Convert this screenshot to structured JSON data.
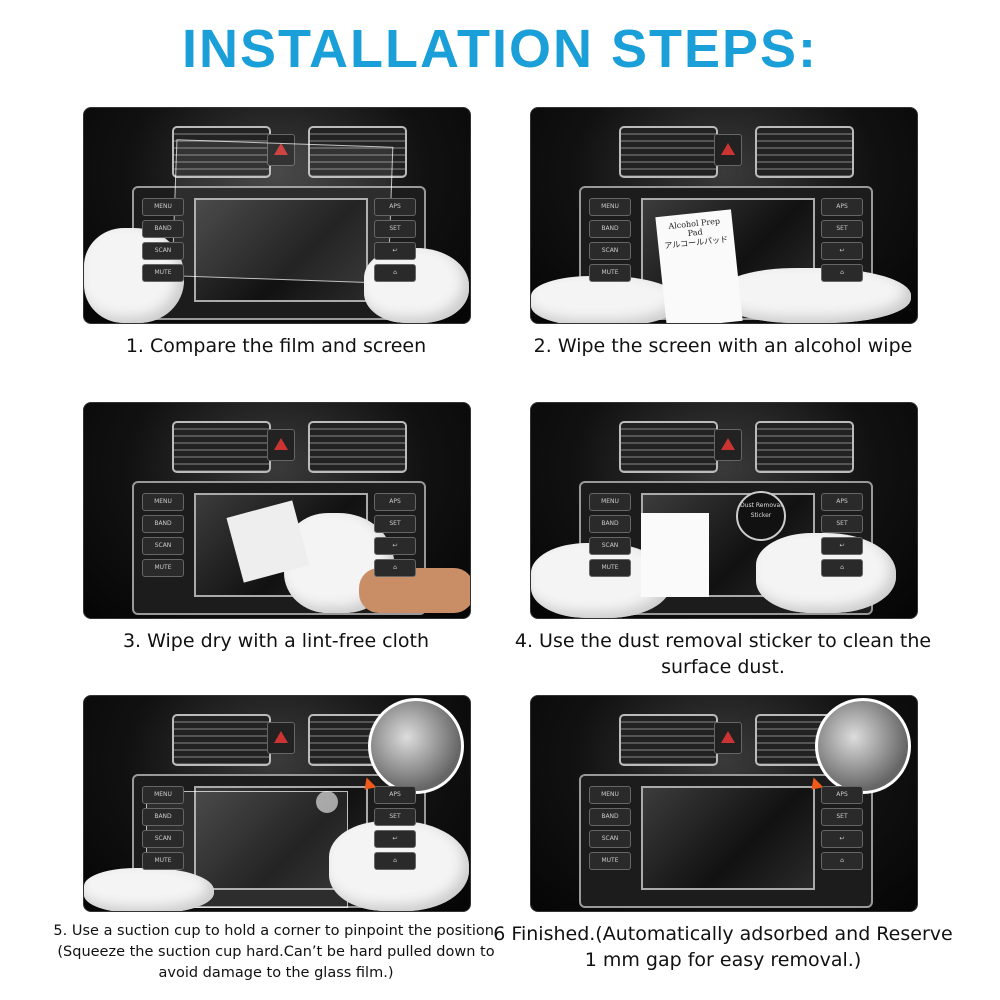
{
  "title": "INSTALLATION STEPS:",
  "accent_color": "#1a9fd8",
  "dashboard_buttons": {
    "left": [
      "MENU",
      "BAND",
      "SCAN",
      "MUTE"
    ],
    "right": [
      "APS",
      "SET",
      "↩",
      "⌂"
    ]
  },
  "steps": [
    {
      "caption": "1.  Compare the film and screen",
      "scene": "film"
    },
    {
      "caption": "2.  Wipe the screen with an alcohol wipe",
      "scene": "alcohol",
      "pad_text": "Alcohol Prep Pad",
      "pad_text_jp": "アルコールパッド"
    },
    {
      "caption": "3. Wipe dry with a lint-free cloth",
      "scene": "cloth"
    },
    {
      "caption": "4. Use the dust removal sticker to clean the surface dust.",
      "scene": "sticker",
      "sticker_text": "Dust Removal Sticker"
    },
    {
      "caption": "5. Use a suction cup to hold a corner to pinpoint the position. (Squeeze the suction cup hard.Can’t be hard pulled down to avoid damage to the glass film.)",
      "scene": "suction"
    },
    {
      "caption": "6 Finished.(Automatically adsorbed and Reserve 1 mm gap for easy removal.)",
      "scene": "finished"
    }
  ]
}
